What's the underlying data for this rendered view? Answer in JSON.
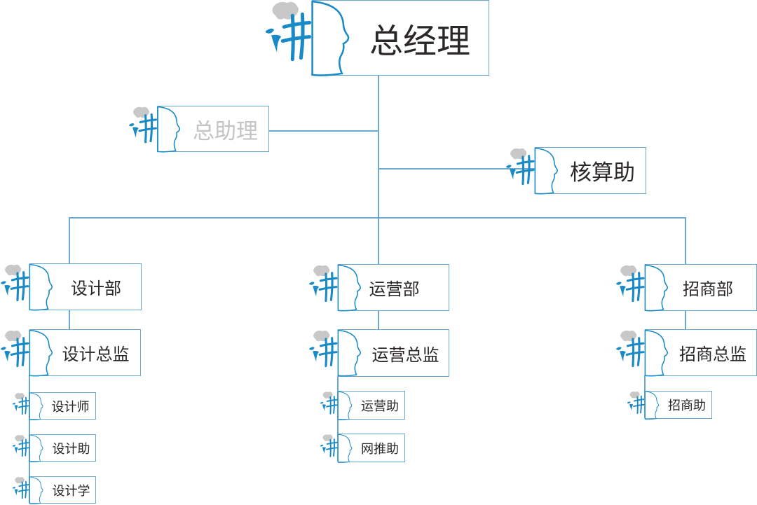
{
  "title": "组织架构图",
  "colors": {
    "line": "#6aaad0",
    "logo_blue": "#1a8ac6",
    "logo_gray": "#c8c8c8",
    "text": "#2b2727",
    "muted_text": "#c4c4c4"
  },
  "logo_icon": "head-profile-jiang-logo",
  "root": {
    "label": "总经理"
  },
  "assistants": {
    "left": "总助理",
    "right": "核算助"
  },
  "departments": [
    {
      "label": "设计部",
      "director": "设计总监",
      "staff": [
        "设计师",
        "设计助",
        "设计学"
      ]
    },
    {
      "label": "运营部",
      "director": "运营总监",
      "staff": [
        "运营助",
        "网推助"
      ]
    },
    {
      "label": "招商部",
      "director": "招商总监",
      "staff": [
        "招商助"
      ]
    }
  ]
}
